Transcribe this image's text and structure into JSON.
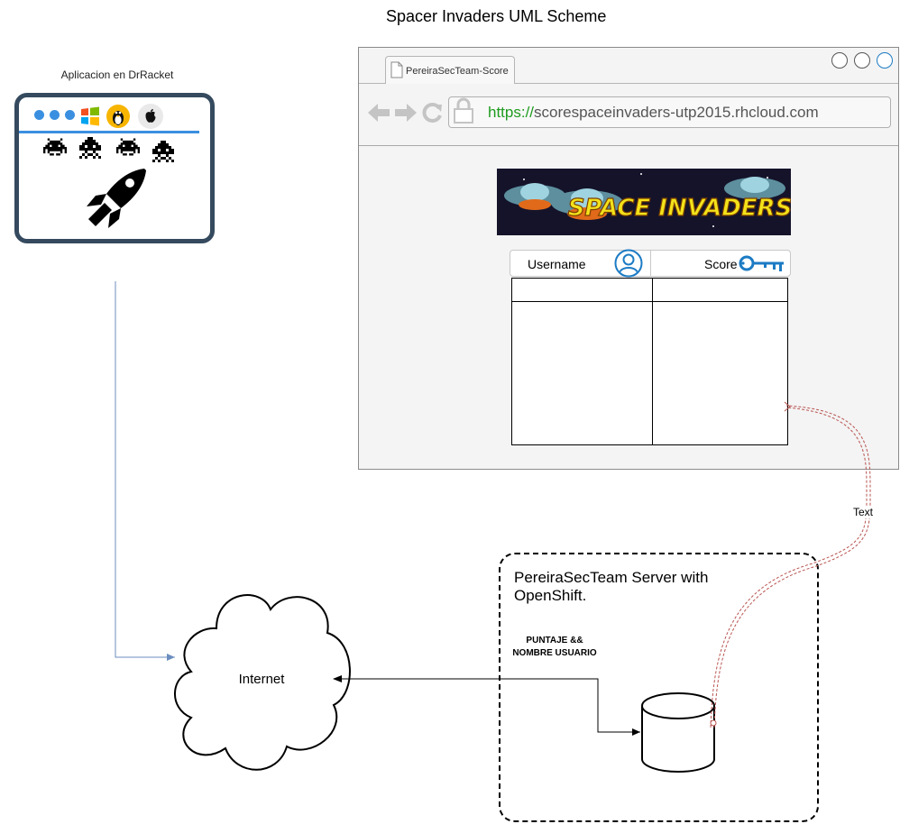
{
  "title": "Spacer Invaders UML Scheme",
  "app": {
    "label": "Aplicacion en DrRacket",
    "icons": [
      "dot-icon",
      "dot-icon",
      "dot-icon",
      "windows-icon",
      "linux-icon",
      "apple-icon",
      "space-invader-icon",
      "space-invader-icon",
      "space-invader-icon",
      "space-invader-icon",
      "rocket-icon"
    ]
  },
  "browser": {
    "tab_label": "PereiraSecTeam-Score",
    "url_scheme": "https://",
    "url_host": "scorespaceinvaders-utp2015.rhcloud.com",
    "banner_text": "SPACE INVADERS",
    "table": {
      "columns": [
        "Username",
        "Score"
      ],
      "rows": []
    }
  },
  "server": {
    "title": "PereiraSecTeam Server with OpenShift."
  },
  "cloud": {
    "label": "Internet"
  },
  "edges": {
    "server_internet_label": "PUNTAJE && NOMBRE USUARIO",
    "db_browser_label": "Text"
  },
  "colors": {
    "app_frame": "#354a5e",
    "accent_blue": "#3b8fe0",
    "connector": "#6c8ebf",
    "dashed_link": "#b85450",
    "url_green": "#1e9b1e",
    "icon_blue": "#1c7bc4"
  }
}
